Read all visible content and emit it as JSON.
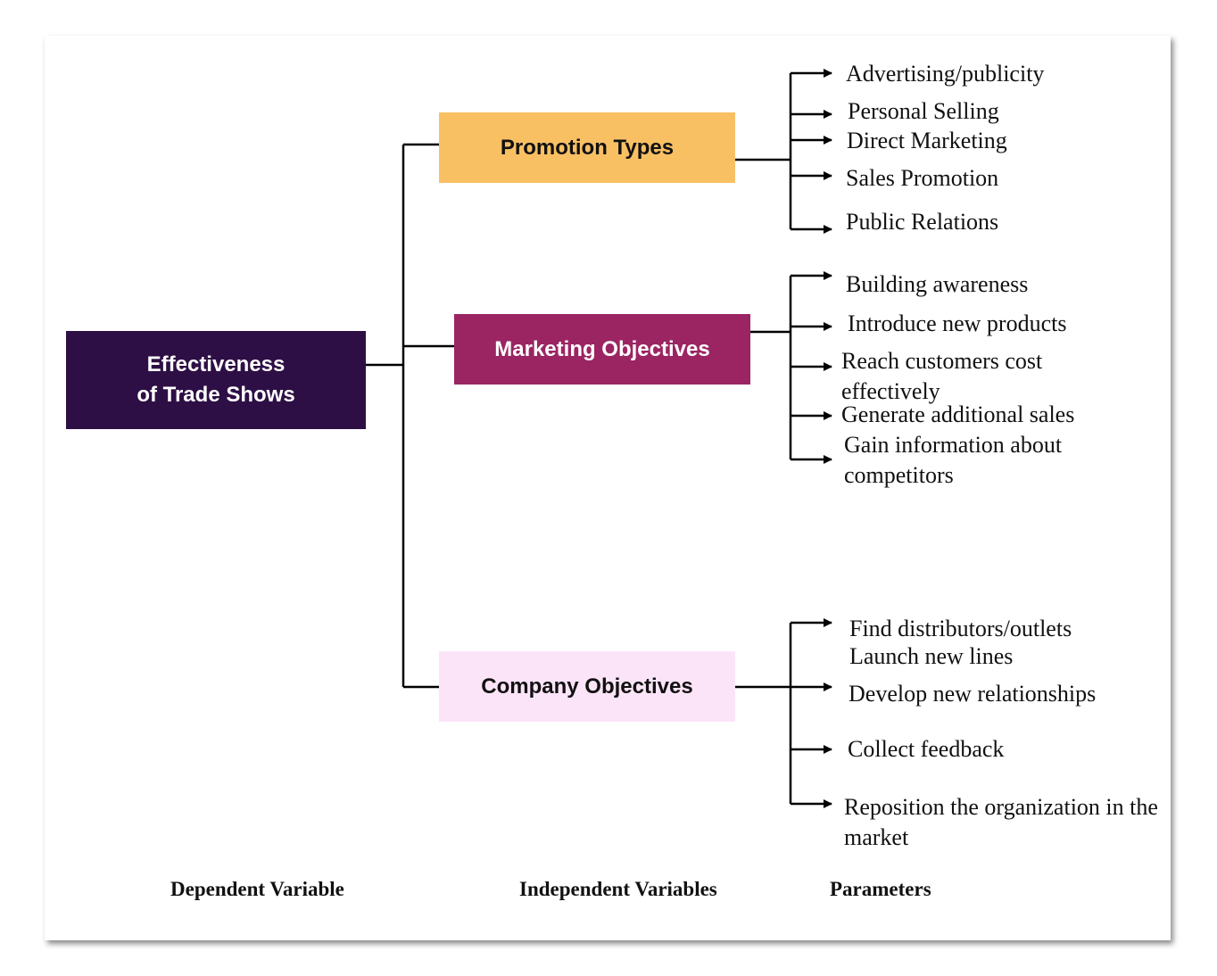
{
  "dependent_variable": {
    "line1": "Effectiveness",
    "line2": "of Trade Shows",
    "color": "#2e0f45"
  },
  "independent_variables": [
    {
      "label": "Promotion Types",
      "color": "#f9c063",
      "parameters": [
        "Advertising/publicity",
        "Personal Selling",
        "Direct Marketing",
        "Sales Promotion",
        "Public Relations"
      ]
    },
    {
      "label": "Marketing Objectives",
      "color": "#9b2563",
      "parameters": [
        "Building awareness",
        "Introduce new products",
        "Reach customers cost effectively",
        "Generate additional sales",
        "Gain information about competitors"
      ]
    },
    {
      "label": "Company Objectives",
      "color": "#fce4f8",
      "parameters": [
        "Find distributors/outlets",
        "Launch new lines",
        "Develop new relationships",
        "Collect feedback",
        "Reposition the organization in the market"
      ]
    }
  ],
  "footer": {
    "dependent": "Dependent Variable",
    "independent": "Independent Variables",
    "parameters": "Parameters"
  }
}
